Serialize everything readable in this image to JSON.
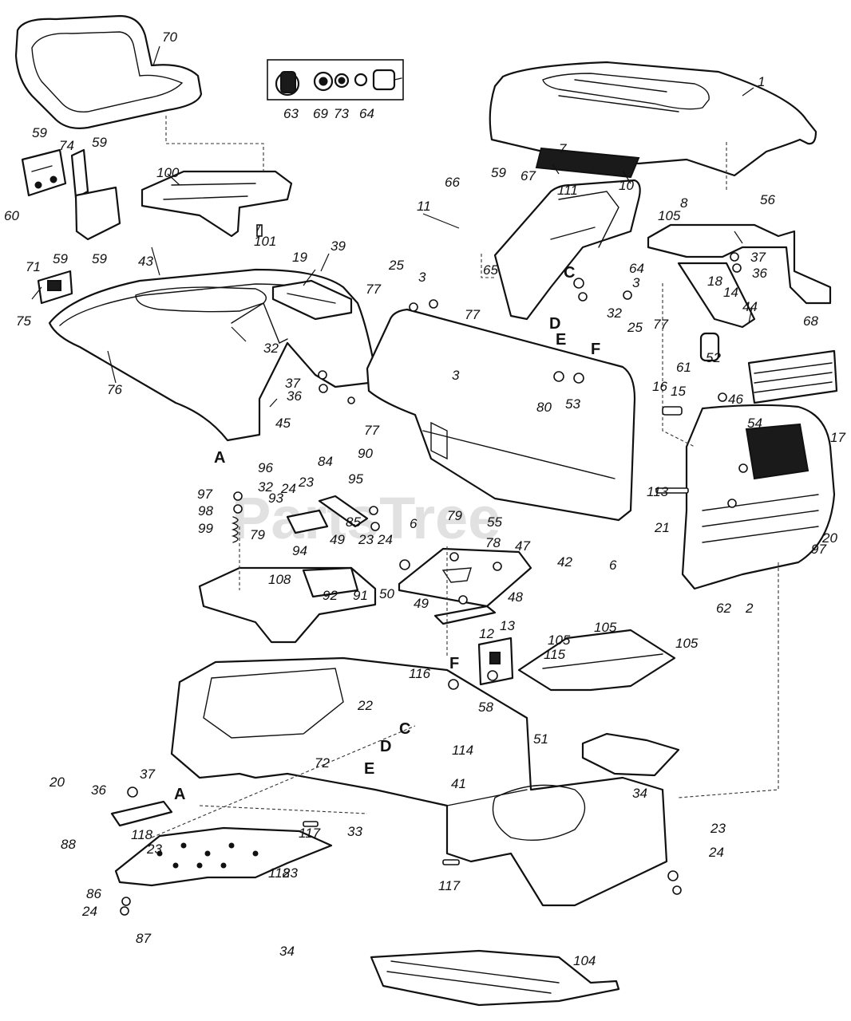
{
  "watermark": "PartsTree",
  "callouts": [
    "1",
    "2",
    "3",
    "3",
    "3",
    "6",
    "6",
    "7",
    "8",
    "10",
    "11",
    "12",
    "13",
    "14",
    "15",
    "16",
    "17",
    "18",
    "19",
    "20",
    "20",
    "21",
    "22",
    "23",
    "23",
    "23",
    "23",
    "23",
    "24",
    "24",
    "24",
    "24",
    "25",
    "25",
    "32",
    "32",
    "32",
    "33",
    "34",
    "34",
    "36",
    "36",
    "36",
    "37",
    "37",
    "37",
    "39",
    "41",
    "42",
    "43",
    "44",
    "45",
    "46",
    "47",
    "48",
    "49",
    "49",
    "50",
    "51",
    "52",
    "53",
    "54",
    "55",
    "56",
    "58",
    "59",
    "59",
    "59",
    "59",
    "59",
    "60",
    "61",
    "62",
    "63",
    "64",
    "64",
    "65",
    "66",
    "67",
    "68",
    "69",
    "70",
    "71",
    "72",
    "73",
    "74",
    "75",
    "76",
    "77",
    "77",
    "77",
    "77",
    "78",
    "79",
    "79",
    "80",
    "84",
    "85",
    "86",
    "87",
    "88",
    "90",
    "91",
    "92",
    "93",
    "94",
    "95",
    "96",
    "97",
    "97",
    "98",
    "99",
    "100",
    "101",
    "104",
    "105",
    "105",
    "105",
    "105",
    "108",
    "111",
    "113",
    "114",
    "115",
    "116",
    "117",
    "117",
    "118",
    "118"
  ],
  "reference_letters": [
    "A",
    "A",
    "C",
    "C",
    "D",
    "D",
    "E",
    "E",
    "F",
    "F"
  ]
}
